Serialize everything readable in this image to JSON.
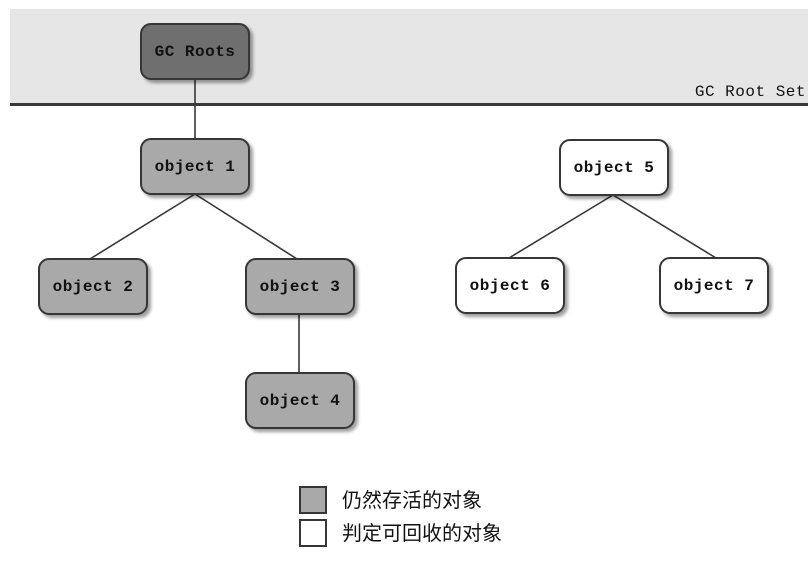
{
  "diagram": {
    "root_set_label": "GC Root Set",
    "nodes": {
      "gc_roots": {
        "label": "GC Roots",
        "status": "root"
      },
      "object1": {
        "label": "object 1",
        "status": "live"
      },
      "object2": {
        "label": "object 2",
        "status": "live"
      },
      "object3": {
        "label": "object 3",
        "status": "live"
      },
      "object4": {
        "label": "object 4",
        "status": "live"
      },
      "object5": {
        "label": "object 5",
        "status": "recyclable"
      },
      "object6": {
        "label": "object 6",
        "status": "recyclable"
      },
      "object7": {
        "label": "object 7",
        "status": "recyclable"
      }
    },
    "edges": [
      {
        "from": "gc_roots",
        "to": "object1"
      },
      {
        "from": "object1",
        "to": "object2"
      },
      {
        "from": "object1",
        "to": "object3"
      },
      {
        "from": "object3",
        "to": "object4"
      },
      {
        "from": "object5",
        "to": "object6"
      },
      {
        "from": "object5",
        "to": "object7"
      }
    ],
    "legend": {
      "live": {
        "label": "仍然存活的对象"
      },
      "recyclable": {
        "label": "判定可回收的对象"
      }
    }
  },
  "colors": {
    "root_fill": "#6f6f6f",
    "live_fill": "#a9a9a9",
    "dead_fill": "#ffffff",
    "band_fill": "#e6e6e6",
    "line": "#383838",
    "border": "#363636",
    "text": "#111111"
  }
}
